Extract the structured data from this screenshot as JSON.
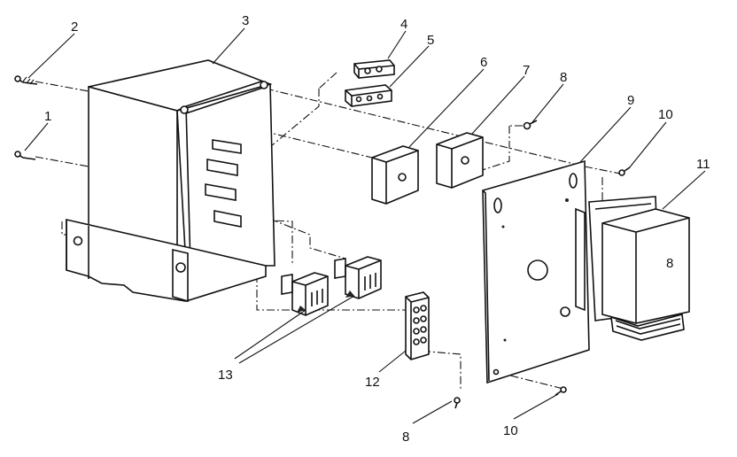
{
  "callouts": {
    "c1": "1",
    "c2": "2",
    "c3": "3",
    "c4": "4",
    "c5": "5",
    "c6": "6",
    "c7": "7",
    "c8a": "8",
    "c9": "9",
    "c10a": "10",
    "c11": "11",
    "c12": "12",
    "c13": "13",
    "c8b": "8",
    "c10b": "10"
  }
}
